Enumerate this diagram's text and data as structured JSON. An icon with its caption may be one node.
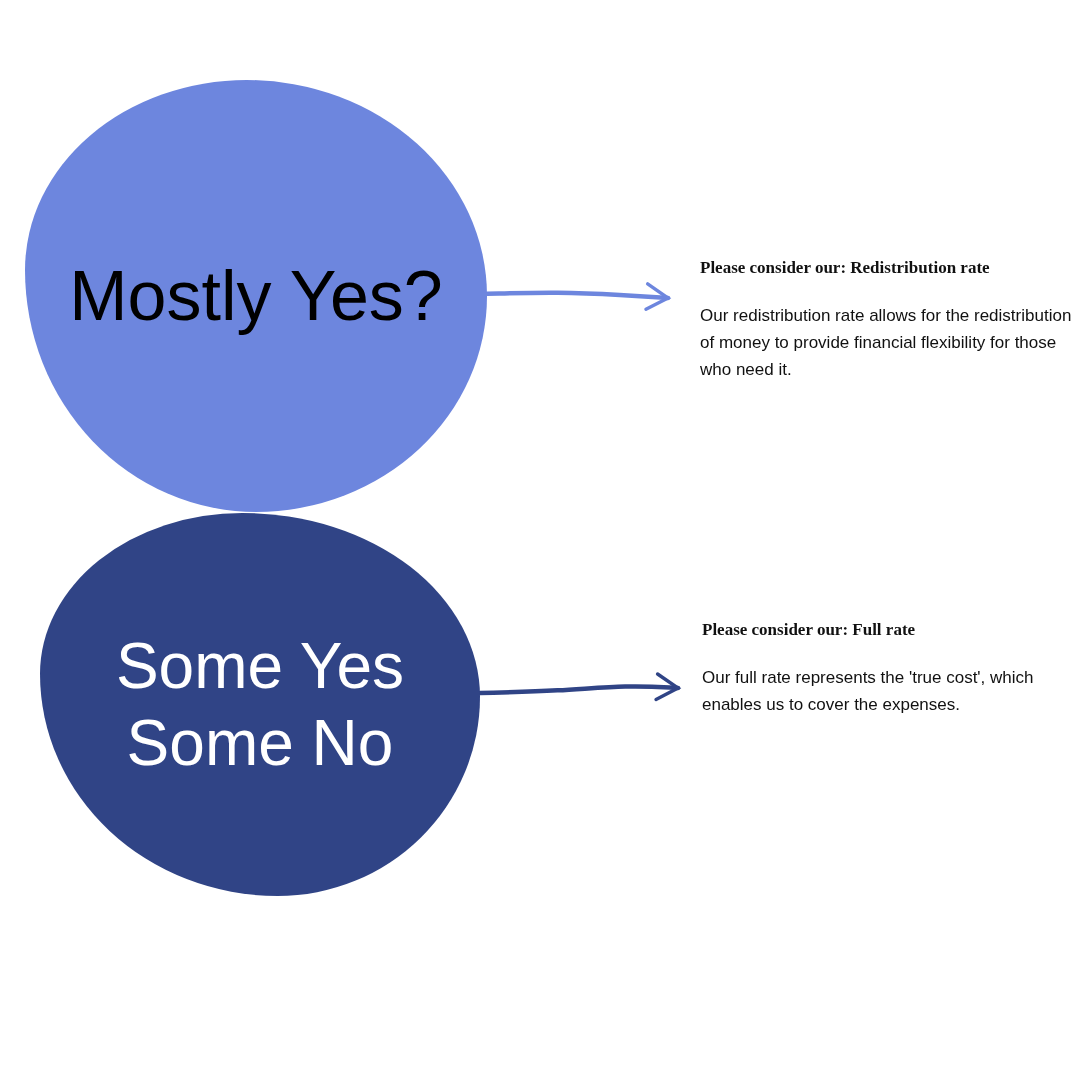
{
  "diagram": {
    "nodes": [
      {
        "text": [
          "Mostly Yes?"
        ]
      },
      {
        "text": [
          "Some Yes Some No"
        ]
      },
      {
        "text": [
          "Please consider our: Redistribution rate",
          "Our redistribution rate allows for the redistribution of money to provide financial flexibility for those who need it."
        ]
      },
      {
        "text": [
          "Please consider our: Full rate",
          "Our full rate represents the 'true cost', which enables us to cover the expenses."
        ]
      }
    ],
    "edges": [
      {
        "from": 0,
        "to": 2,
        "arrow": "to",
        "color": "#6d86de"
      },
      {
        "from": 1,
        "to": 3,
        "arrow": "to",
        "color": "#304486"
      }
    ]
  }
}
